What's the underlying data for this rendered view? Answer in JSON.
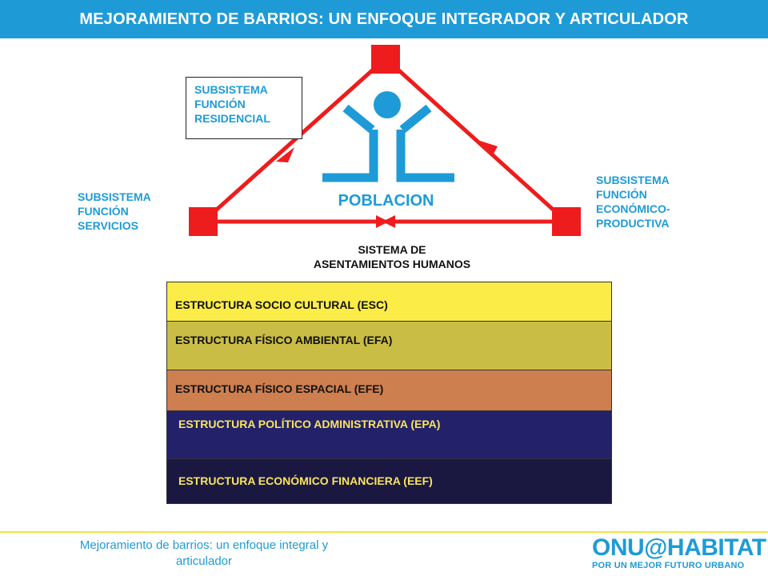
{
  "header": {
    "title": "MEJORAMIENTO DE BARRIOS: UN ENFOQUE INTEGRADOR Y ARTICULADOR"
  },
  "diagram": {
    "residencial": [
      "SUBSISTEMA",
      "FUNCIÓN",
      "RESIDENCIAL"
    ],
    "servicios": [
      "SUBSISTEMA",
      "FUNCIÓN",
      "SERVICIOS"
    ],
    "economico": [
      "SUBSISTEMA",
      "FUNCIÓN",
      "ECONÓMICO-",
      "PRODUCTIVA"
    ],
    "center_label": "POBLACION",
    "sistema": [
      "SISTEMA DE",
      "ASENTAMIENTOS HUMANOS"
    ],
    "person_icon": "person-arms-raised-icon",
    "colors": {
      "triangle": "#ee1c1c",
      "accent": "#1e9bd7"
    }
  },
  "structures": [
    {
      "label": "ESTRUCTURA SOCIO CULTURAL (ESC)",
      "bg": "#fbec47",
      "color": "#111111"
    },
    {
      "label": "ESTRUCTURA FÍSICO AMBIENTAL (EFA)",
      "bg": "#cabd46",
      "color": "#111111"
    },
    {
      "label": "ESTRUCTURA FÍSICO ESPACIAL (EFE)",
      "bg": "#cd7f4f",
      "color": "#111111"
    },
    {
      "label": "ESTRUCTURA POLÍTICO ADMINISTRATIVA (EPA)",
      "bg": "#22216a",
      "color": "#f9e55d"
    },
    {
      "label": "ESTRUCTURA ECONÓMICO FINANCIERA (EEF)",
      "bg": "#1a1840",
      "color": "#f9e55d"
    }
  ],
  "footer": {
    "caption": [
      "Mejoramiento de barrios: un enfoque integral y",
      "articulador"
    ],
    "logo": "ONU@HABITAT",
    "logo_tagline": "POR UN MEJOR FUTURO URBANO"
  }
}
